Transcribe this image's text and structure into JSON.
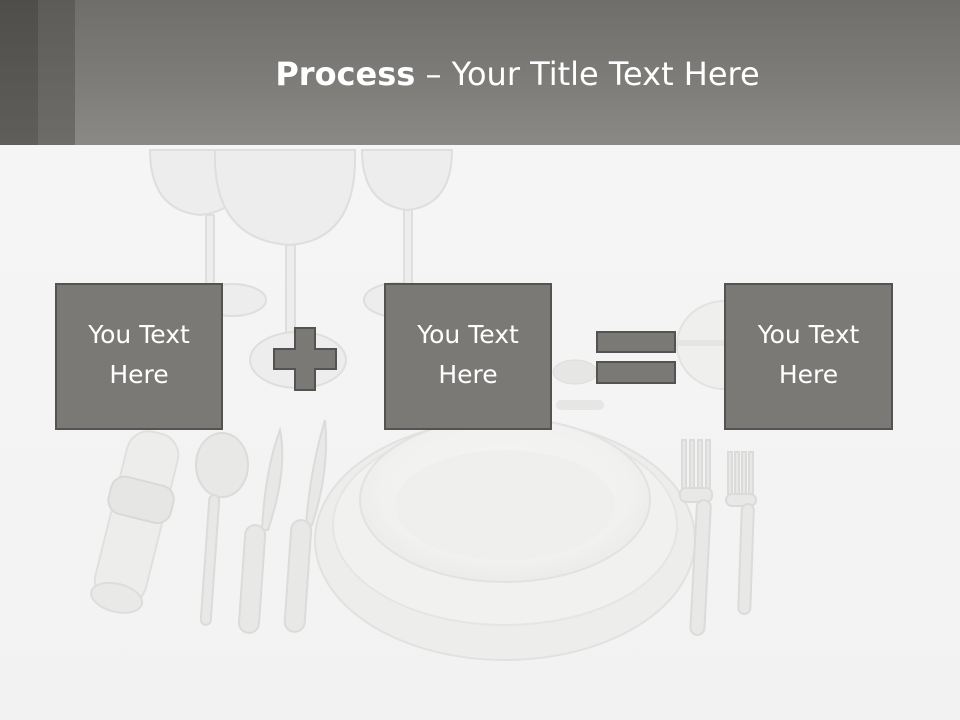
{
  "header": {
    "title_bold": "Process",
    "title_rest": " – Your Title Text Here"
  },
  "process": {
    "steps": [
      {
        "label": "You Text Here"
      },
      {
        "label": "You Text Here"
      },
      {
        "label": "You Text Here"
      }
    ],
    "operators": [
      "plus-icon",
      "equals-icon"
    ]
  },
  "colors": {
    "header": "#7d7c79",
    "box_fill": "#7a7976",
    "box_border": "#545351",
    "text": "#ffffff"
  }
}
